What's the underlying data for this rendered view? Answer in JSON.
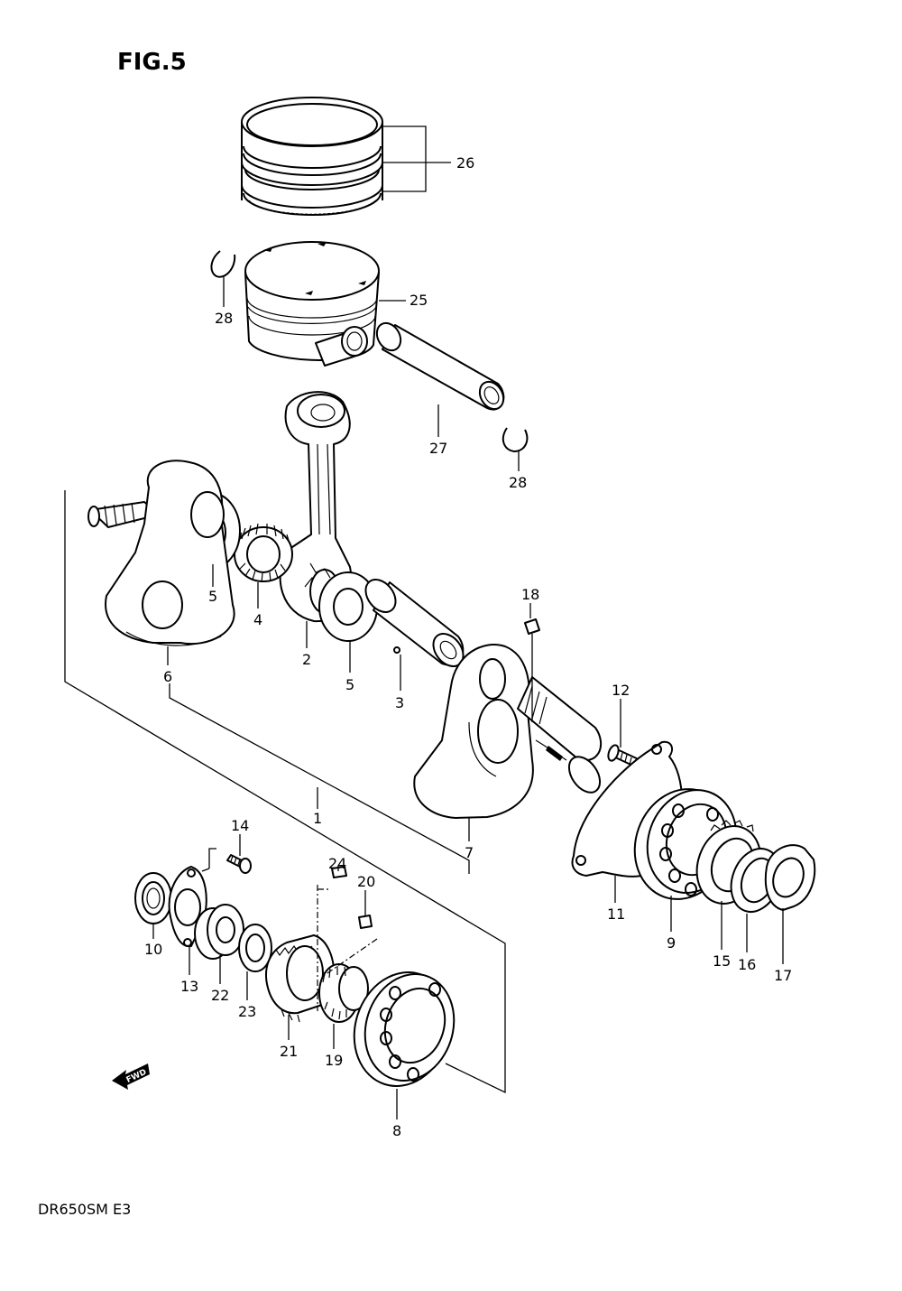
{
  "figure": {
    "title": "FIG.5",
    "footer": "DR650SM  E3",
    "fwd_marker": "FWD"
  },
  "callouts": {
    "c1": "1",
    "c2": "2",
    "c3": "3",
    "c4": "4",
    "c5a": "5",
    "c5b": "5",
    "c6": "6",
    "c7": "7",
    "c8": "8",
    "c9": "9",
    "c10": "10",
    "c11": "11",
    "c12": "12",
    "c13": "13",
    "c14": "14",
    "c15": "15",
    "c16": "16",
    "c17": "17",
    "c18": "18",
    "c19": "19",
    "c20": "20",
    "c21": "21",
    "c22": "22",
    "c23": "23",
    "c24": "24",
    "c25": "25",
    "c26": "26",
    "c27": "27",
    "c28a": "28",
    "c28b": "28"
  }
}
